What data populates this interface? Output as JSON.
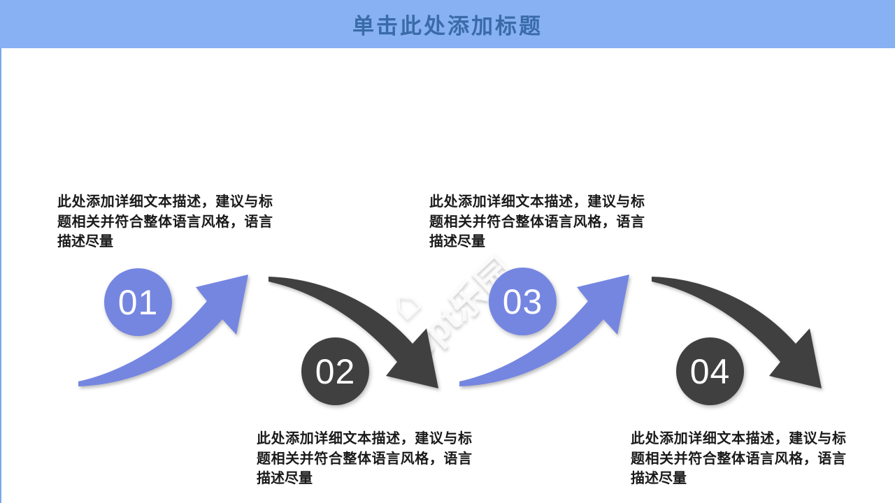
{
  "header": {
    "title": "单击此处添加标题"
  },
  "watermark": {
    "text": "ppt乐园",
    "house_glyph": "⌂"
  },
  "colors": {
    "header_bg": "#87B1F2",
    "title_text": "#3A6BA8",
    "content_border": "#79A8EC",
    "accent_blue": "#7586E1",
    "dark_gray": "#404040",
    "body_text": "#1A1A1A"
  },
  "steps": [
    {
      "number": "01",
      "color": "blue",
      "arrow": "curve-up",
      "description": "此处添加详细文本描述，建议与标题相关并符合整体语言风格，语言描述尽量"
    },
    {
      "number": "02",
      "color": "dark",
      "arrow": "curve-down",
      "description": "此处添加详细文本描述，建议与标题相关并符合整体语言风格，语言描述尽量"
    },
    {
      "number": "03",
      "color": "blue",
      "arrow": "curve-up",
      "description": "此处添加详细文本描述，建议与标题相关并符合整体语言风格，语言描述尽量"
    },
    {
      "number": "04",
      "color": "dark",
      "arrow": "curve-down",
      "description": "此处添加详细文本描述，建议与标题相关并符合整体语言风格，语言描述尽量"
    }
  ]
}
